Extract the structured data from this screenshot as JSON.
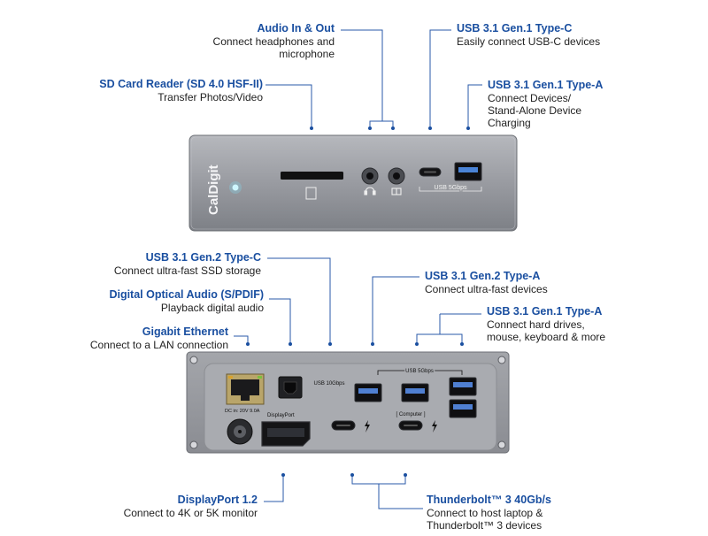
{
  "callouts": {
    "audio": {
      "title": "Audio In & Out",
      "desc1": "Connect headphones and",
      "desc2": "microphone"
    },
    "usbc_front": {
      "title": "USB 3.1 Gen.1 Type-C",
      "desc1": "Easily connect USB-C devices"
    },
    "sd": {
      "title": "SD Card Reader (SD 4.0 HSF-II)",
      "desc1": "Transfer Photos/Video"
    },
    "usba_front": {
      "title": "USB 3.1 Gen.1 Type-A",
      "desc1": "Connect Devices/",
      "desc2": "Stand-Alone Device",
      "desc3": "Charging"
    },
    "usbc_gen2": {
      "title": "USB 3.1 Gen.2 Type-C",
      "desc1": "Connect ultra-fast SSD storage"
    },
    "optical": {
      "title": "Digital Optical Audio (S/PDIF)",
      "desc1": "Playback digital audio"
    },
    "ethernet": {
      "title": "Gigabit Ethernet",
      "desc1": "Connect to a LAN connection"
    },
    "usba_gen2": {
      "title": "USB 3.1 Gen.2 Type-A",
      "desc1": "Connect ultra-fast devices"
    },
    "usba_rear": {
      "title": "USB 3.1 Gen.1 Type-A",
      "desc1": "Connect hard drives,",
      "desc2": "mouse, keyboard & more"
    },
    "displayport": {
      "title": "DisplayPort 1.2",
      "desc1": "Connect to 4K or 5K monitor"
    },
    "thunderbolt": {
      "title": "Thunderbolt™ 3 40Gb/s",
      "desc1": "Connect to host laptop &",
      "desc2": "Thunderbolt™ 3 devices"
    }
  },
  "device_labels": {
    "brand": "CalDigit",
    "front_usb": "USB 5Gbps",
    "rear_usb10": "USB 10Gbps",
    "rear_usb5": "USB 5Gbps",
    "dc_in": "DC in: 20V 9.0A",
    "displayport": "DisplayPort",
    "computer": "[ Computer ]"
  },
  "colors": {
    "accent": "#1a4fa0",
    "device": "#8e9096",
    "line": "#2a5aa8"
  }
}
